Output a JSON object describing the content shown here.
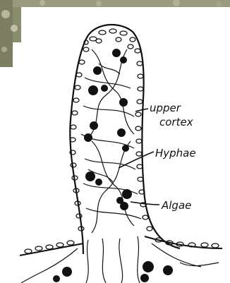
{
  "labels": {
    "upper_line1": "upper",
    "upper_line2": "cortex",
    "hyphae": "Hyphae",
    "algae": "Algae"
  },
  "colors": {
    "ink": "#111111",
    "paper": "#ffffff",
    "lichen_background": "#8a8c6e"
  }
}
